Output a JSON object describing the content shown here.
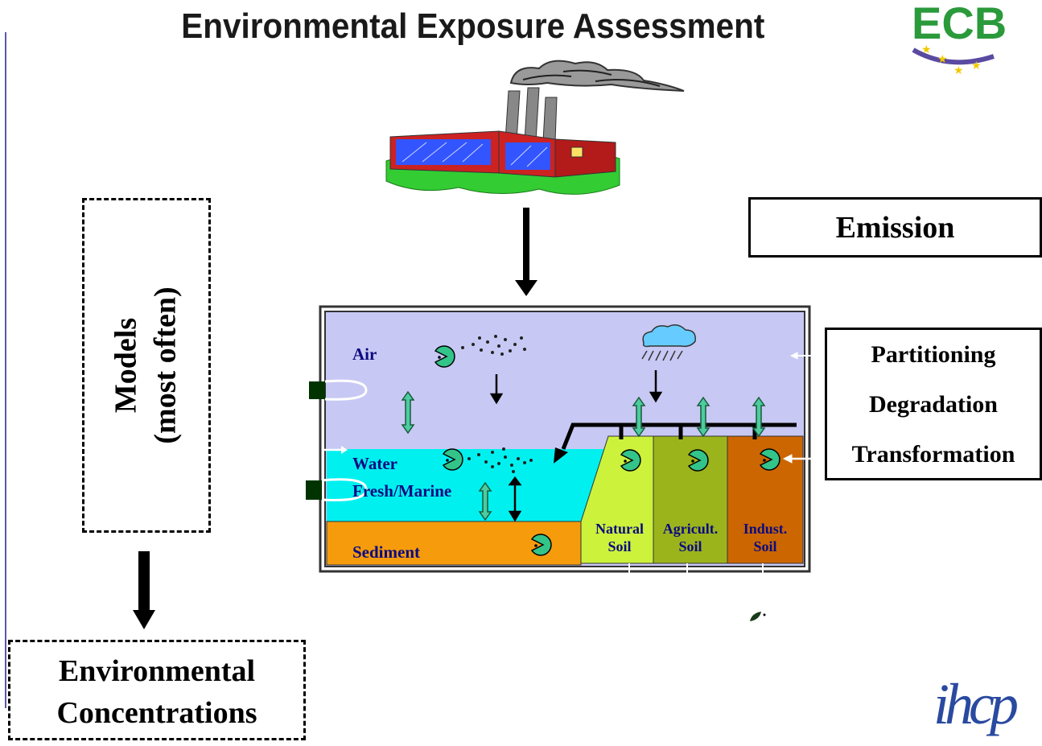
{
  "title": "Environmental Exposure Assessment",
  "logo_text": "ECB",
  "logo_bottom_text": "ihcp",
  "models": {
    "line1": "Models",
    "line2": "(most often)"
  },
  "result_box": {
    "line1": "Environmental",
    "line2": "Concentrations"
  },
  "emission_label": "Emission",
  "processes": [
    "Partitioning",
    "Degradation",
    "Transformation"
  ],
  "compartments": {
    "air": "Air",
    "water_line1": "Water",
    "water_line2": "Fresh/Marine",
    "sediment": "Sediment",
    "soils": [
      {
        "line1": "Natural",
        "line2": "Soil"
      },
      {
        "line1": "Agricult.",
        "line2": "Soil"
      },
      {
        "line1": "Indust.",
        "line2": "Soil"
      }
    ]
  },
  "colors": {
    "air": "#c8c8f4",
    "water": "#00f0f0",
    "sediment": "#f59b0c",
    "natural_soil": "#ccf23c",
    "agricultural_soil": "#9cb41c",
    "industrial_soil": "#cc6600",
    "exchange_arrow": "#4ccca0",
    "label_text": "#0a0a80",
    "logo_blue": "#2a4aa0",
    "logo_green": "#2a9a3a"
  }
}
